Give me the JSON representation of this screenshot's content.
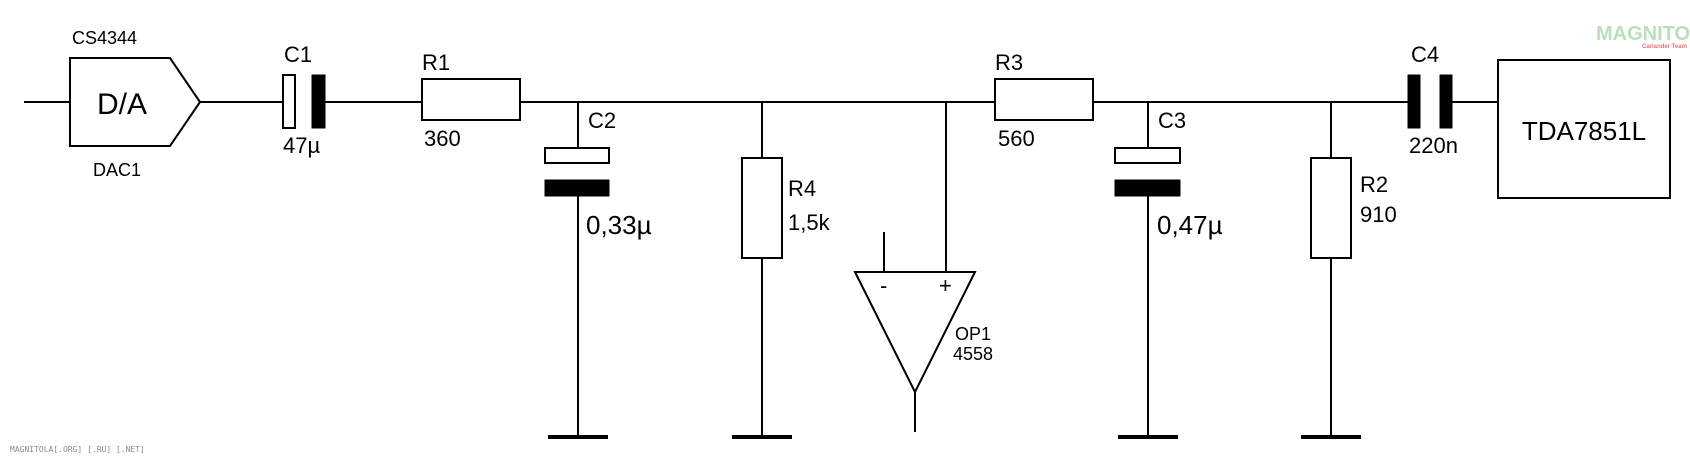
{
  "dac": {
    "chip": "CS4344",
    "symbol": "D/A",
    "name": "DAC1"
  },
  "c1": {
    "ref": "C1",
    "value": "47µ"
  },
  "r1": {
    "ref": "R1",
    "value": "360"
  },
  "c2": {
    "ref": "C2",
    "value": "0,33µ"
  },
  "r4": {
    "ref": "R4",
    "value": "1,5k"
  },
  "op1": {
    "ref": "OP1",
    "model": "4558",
    "minus": "-",
    "plus": "+"
  },
  "r3": {
    "ref": "R3",
    "value": "560"
  },
  "c3": {
    "ref": "C3",
    "value": "0,47µ"
  },
  "r2": {
    "ref": "R2",
    "value": "910"
  },
  "c4": {
    "ref": "C4",
    "value": "220n"
  },
  "amp": {
    "name": "TDA7851L"
  },
  "watermark": {
    "logo": "MAGNITOLA",
    "subtitle": "Carlander Team"
  },
  "footer": {
    "text": "MAGNITOLA[.ORG] [.RU] [.NET]"
  }
}
